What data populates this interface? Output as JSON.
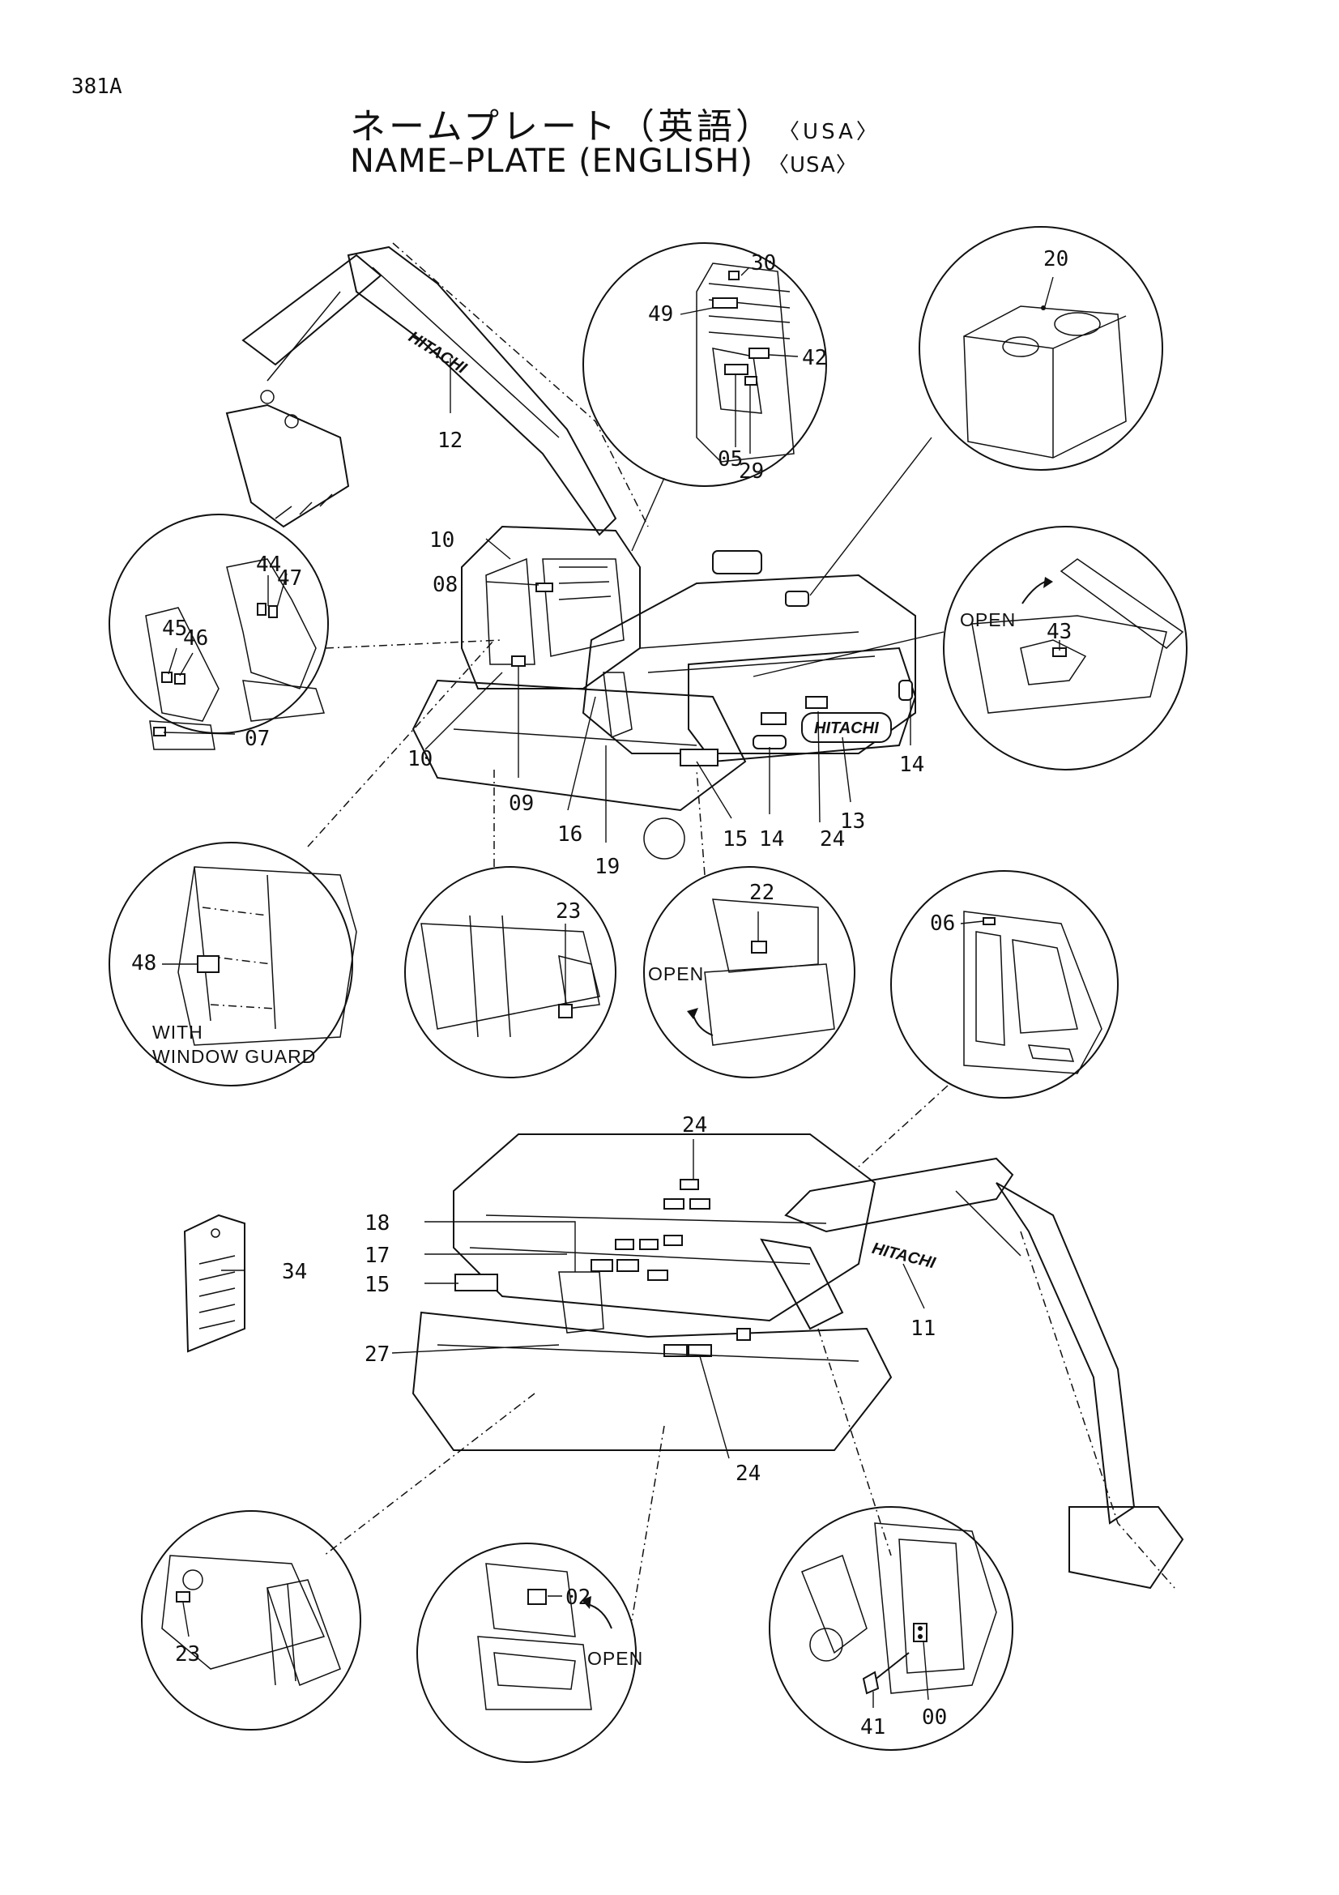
{
  "page_code": "381A",
  "title_jp": "ネームプレート（英語）",
  "title_en": "NAME–PLATE (ENGLISH)",
  "region": "〈USA〉",
  "callouts": {
    "c00": "00",
    "c02": "02",
    "c05": "05",
    "c06": "06",
    "c07": "07",
    "c08": "08",
    "c09": "09",
    "c10": "10",
    "c11": "11",
    "c12": "12",
    "c13": "13",
    "c14": "14",
    "c15": "15",
    "c16": "16",
    "c17": "17",
    "c18": "18",
    "c19": "19",
    "c20": "20",
    "c22": "22",
    "c23": "23",
    "c24": "24",
    "c27": "27",
    "c29": "29",
    "c30": "30",
    "c34": "34",
    "c41": "41",
    "c42": "42",
    "c43": "43",
    "c44": "44",
    "c45": "45",
    "c46": "46",
    "c47": "47",
    "c48": "48",
    "c49": "49"
  },
  "labels": {
    "open": "OPEN",
    "with": "WITH",
    "window_guard": "WINDOW GUARD",
    "brand": "HITACHI"
  }
}
